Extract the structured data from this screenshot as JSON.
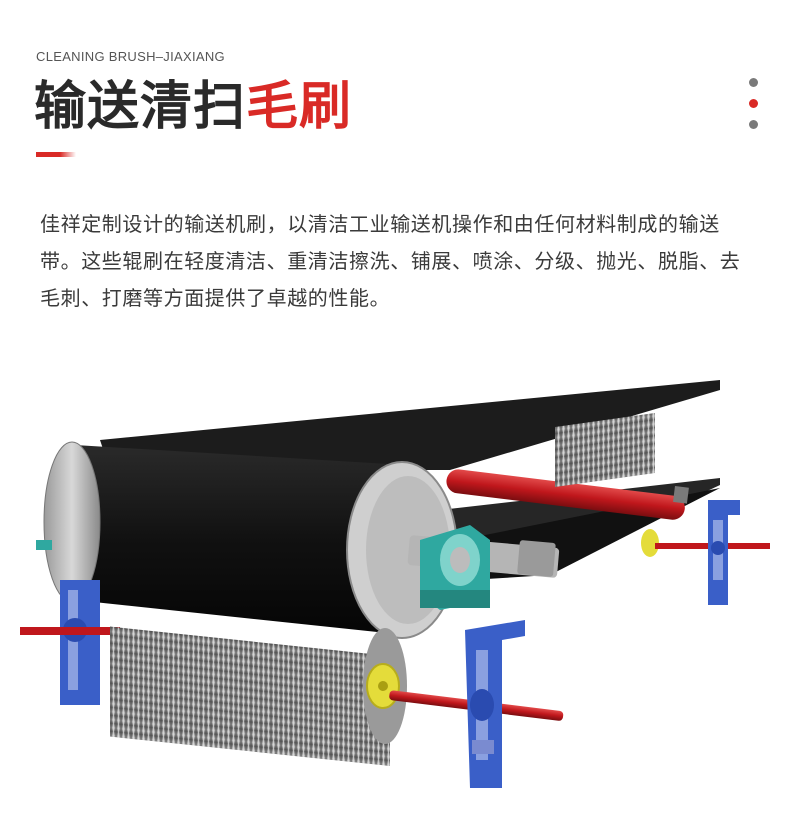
{
  "header": {
    "eyebrow": "CLEANING BRUSH–JIAXIANG",
    "title_dark": "输送清扫",
    "title_red": "毛刷"
  },
  "page_indicator": {
    "count": 3,
    "active_index": 1
  },
  "description": "佳祥定制设计的输送机刷，以清洁工业输送机操作和由任何材料制成的输送带。这些辊刷在轻度清洁、重清洁擦洗、铺展、喷涂、分级、抛光、脱脂、去毛刺、打磨等方面提供了卓越的性能。",
  "colors": {
    "accent_red": "#d92a26",
    "bracket_blue": "#3a5fc8",
    "shaft_red": "#c0171c",
    "hub_yellow": "#e4dc3a",
    "bearing_teal": "#2fa8a0"
  }
}
